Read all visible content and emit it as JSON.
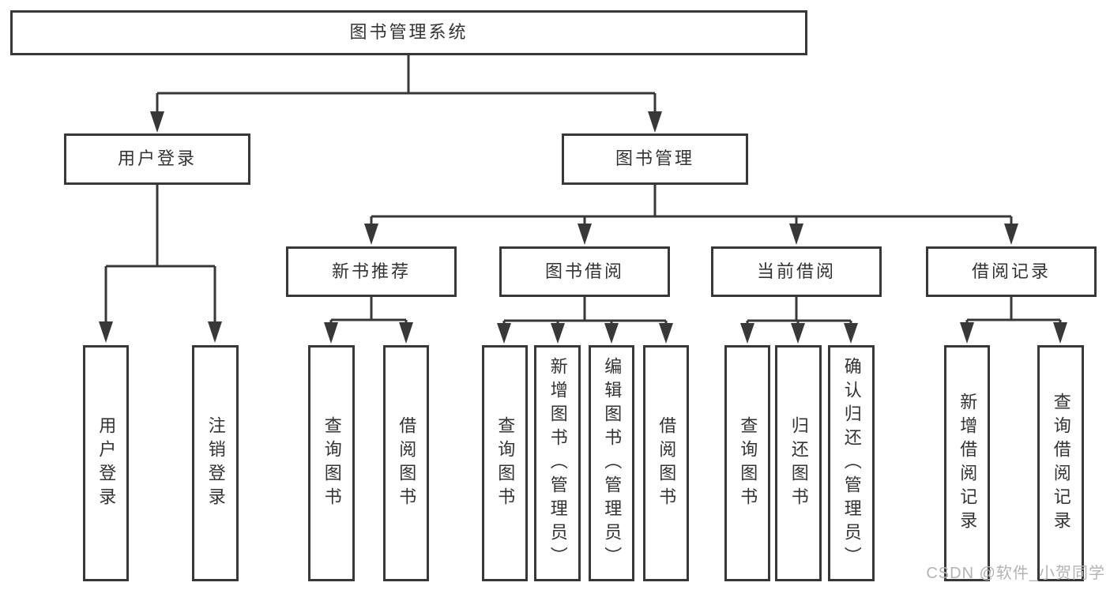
{
  "colors": {
    "background": "#ffffff",
    "line": "#383838",
    "text": "#333333",
    "watermark": "#b3b3b3"
  },
  "watermark": {
    "text": "CSDN @软件_小贺同学"
  },
  "tree": {
    "root": {
      "label": "图书管理系统",
      "children": [
        {
          "label": "用户登录",
          "children": [
            {
              "label": "用户登录"
            },
            {
              "label": "注销登录"
            }
          ]
        },
        {
          "label": "图书管理",
          "children": [
            {
              "label": "新书推荐",
              "children": [
                {
                  "label": "查询图书"
                },
                {
                  "label": "借阅图书"
                }
              ]
            },
            {
              "label": "图书借阅",
              "children": [
                {
                  "label": "查询图书"
                },
                {
                  "label": "新增图书（管理员）"
                },
                {
                  "label": "编辑图书（管理员）"
                },
                {
                  "label": "借阅图书"
                }
              ]
            },
            {
              "label": "当前借阅",
              "children": [
                {
                  "label": "查询图书"
                },
                {
                  "label": "归还图书"
                },
                {
                  "label": "确认归还（管理员）"
                }
              ]
            },
            {
              "label": "借阅记录",
              "children": [
                {
                  "label": "新增借阅记录"
                },
                {
                  "label": "查询借阅记录"
                }
              ]
            }
          ]
        }
      ]
    }
  }
}
